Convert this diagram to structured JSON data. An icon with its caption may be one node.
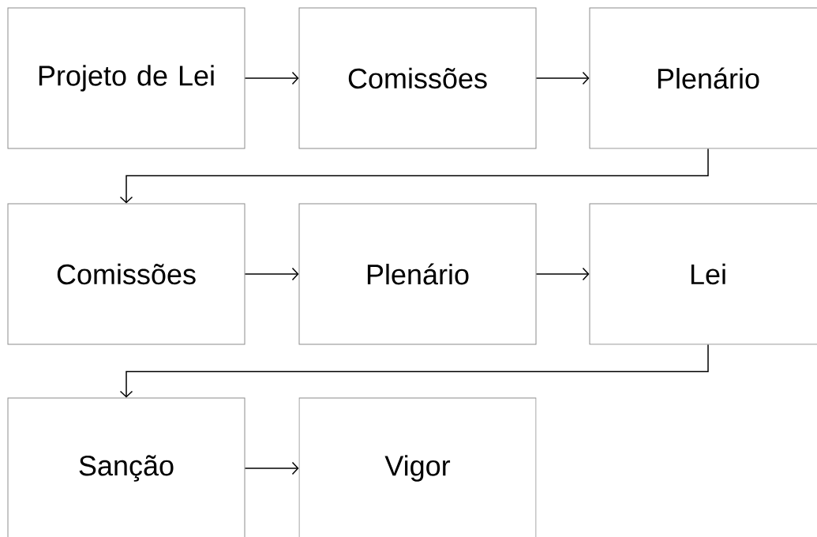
{
  "diagram": {
    "nodes": [
      {
        "text": [
          "Projeto de Lei"
        ]
      },
      {
        "text": [
          "Comissões"
        ]
      },
      {
        "text": [
          "Plenário"
        ]
      },
      {
        "text": [
          "Comissões"
        ]
      },
      {
        "text": [
          "Plenário"
        ]
      },
      {
        "text": [
          "Lei"
        ]
      },
      {
        "text": [
          "Sanção"
        ]
      },
      {
        "text": [
          "Vigor"
        ]
      }
    ],
    "edges": [
      {
        "from": 0,
        "to": 1,
        "arrow": "to"
      },
      {
        "from": 1,
        "to": 2,
        "arrow": "to"
      },
      {
        "from": 2,
        "to": 3,
        "arrow": "to"
      },
      {
        "from": 3,
        "to": 4,
        "arrow": "to"
      },
      {
        "from": 4,
        "to": 5,
        "arrow": "to"
      },
      {
        "from": 5,
        "to": 6,
        "arrow": "to"
      },
      {
        "from": 6,
        "to": 7,
        "arrow": "to"
      }
    ]
  }
}
